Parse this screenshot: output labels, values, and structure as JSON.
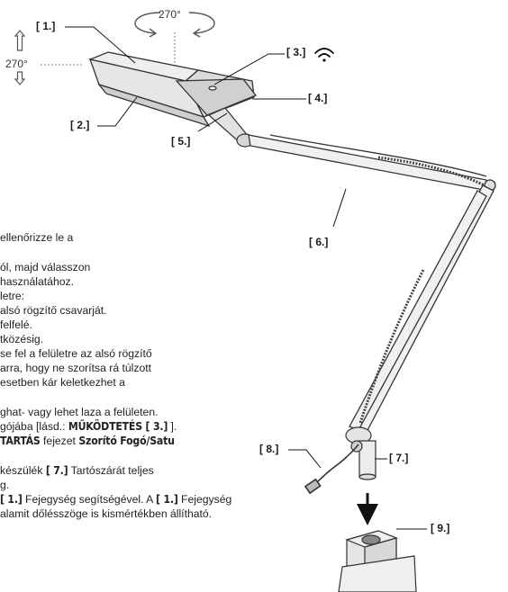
{
  "callouts": {
    "c1": "[ 1.]",
    "c2": "[ 2.]",
    "c3": "[ 3.]",
    "c4": "[ 4.]",
    "c5": "[ 5.]",
    "c6": "[ 6.]",
    "c7": "[ 7.]",
    "c8": "[ 8.]",
    "c9": "[ 9.]"
  },
  "rotations": {
    "top": "270°",
    "left": "270°"
  },
  "text": {
    "l1": "ellenőrizze le a",
    "l2": "ól, majd válasszon",
    "l3": "használatához.",
    "l4": "letre:",
    "l5": "alsó rögzítő csavarját.",
    "l6": "felfelé.",
    "l7": "tközésig.",
    "l8": "se fel a felületre az alsó rögzítő",
    "l9": "arra, hogy ne szorítsa rá túlzott",
    "l10": "esetben kár keletkezhet a",
    "l11a": "ghat- vagy lehet laza a felületen.",
    "l12a": "gójába [lásd.: ",
    "l12b": "MŰKÖDTETÉS [ 3.]",
    "l12c": " ].",
    "l13a": "TARTÁS",
    "l13b": " fejezet ",
    "l13c": "Szorító Fogó/Satu",
    "l14a": "készülék ",
    "l14b": "[ 7.]",
    "l14c": " Tartószárát teljes",
    "l15": "g.",
    "l16a": "[ 1.]",
    "l16b": " Fejegység segítségével. A ",
    "l16c": "[ 1.]",
    "l16d": " Fejegység",
    "l17": "alamit dőlésszöge is kismértékben állítható."
  }
}
